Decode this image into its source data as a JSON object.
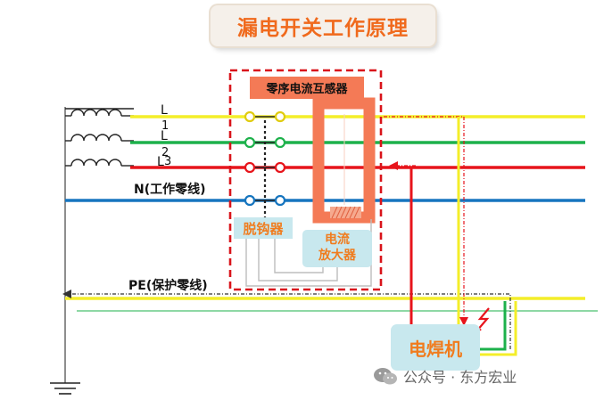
{
  "title": "漏电开关工作原理",
  "ct_label": "零序电流互感器",
  "trip_label": "脱钩器",
  "amplifier_label": [
    "电流",
    "放大器"
  ],
  "welder_label": "电焊机",
  "line_labels": {
    "L1": [
      "L",
      "1"
    ],
    "L2": [
      "L",
      "2"
    ],
    "L3": [
      "L",
      "3"
    ],
    "N": "N(工作零线)",
    "PE": "PE(保护零线)"
  },
  "watermark": "公众号 · 东方宏业",
  "colors": {
    "L1": "#f4ee29",
    "L2": "#1db14b",
    "L3": "#e7141b",
    "N": "#1675bf",
    "PE": "#f4ee29",
    "accent": "#f06a1d",
    "box_fill": "#c8e8ee",
    "dashed_border": "#d9141b"
  },
  "icons": [
    "coil-icon",
    "ground-icon",
    "spark-icon",
    "wechat-icon"
  ]
}
